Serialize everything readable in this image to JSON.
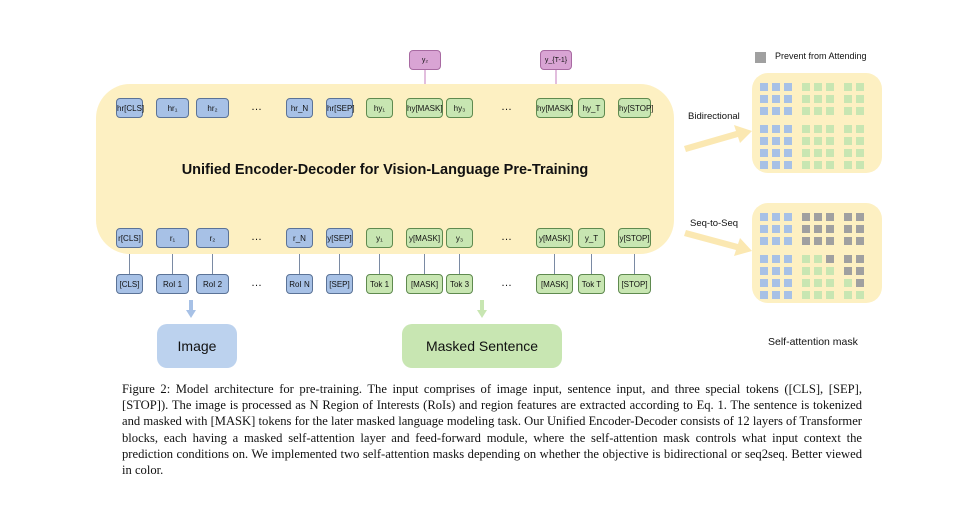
{
  "diagram": {
    "encoder_title": "Unified Encoder-Decoder for Vision-Language Pre-Training",
    "output_top": [
      "y₂",
      "y_{T-1}"
    ],
    "hidden_tokens": [
      "hr[CLS]",
      "hr₁",
      "hr₂",
      "…",
      "hr_N",
      "hr[SEP]",
      "hy₁",
      "hy[MASK]",
      "hy₃",
      "…",
      "hy[MASK]",
      "hy_T",
      "hy[STOP]"
    ],
    "embed_tokens": [
      "r[CLS]",
      "r₁",
      "r₂",
      "…",
      "r_N",
      "y[SEP]",
      "y₁",
      "y[MASK]",
      "y₃",
      "…",
      "y[MASK]",
      "y_T",
      "y[STOP]"
    ],
    "input_tokens": [
      "[CLS]",
      "RoI 1",
      "RoI 2",
      "…",
      "RoI N",
      "[SEP]",
      "Tok 1",
      "[MASK]",
      "Tok 3",
      "…",
      "[MASK]",
      "Tok T",
      "[STOP]"
    ],
    "image_label": "Image",
    "sentence_label": "Masked Sentence",
    "legend_label": "Prevent from Attending",
    "bidirectional_label": "Bidirectional",
    "seq2seq_label": "Seq-to-Seq",
    "mask_caption": "Self-attention mask",
    "colors": {
      "blue": "#a7c1e6",
      "green": "#c8e6b2",
      "pink": "#d9a4d4",
      "gray": "#a0a0a0",
      "yellow": "#fdf0c2"
    }
  },
  "caption": {
    "text": "Figure 2: Model architecture for pre-training. The input comprises of image input, sentence input, and three special tokens ([CLS], [SEP], [STOP]). The image is processed as N Region of Interests (RoIs) and region features are extracted according to Eq. 1. The sentence is tokenized and masked with [MASK] tokens for the later masked language modeling task. Our Unified Encoder-Decoder consists of 12 layers of Transformer blocks, each having a masked self-attention layer and feed-forward module, where the self-attention mask controls what input context the prediction conditions on. We implemented two self-attention masks depending on whether the objective is bidirectional or seq2seq. Better viewed in color."
  }
}
